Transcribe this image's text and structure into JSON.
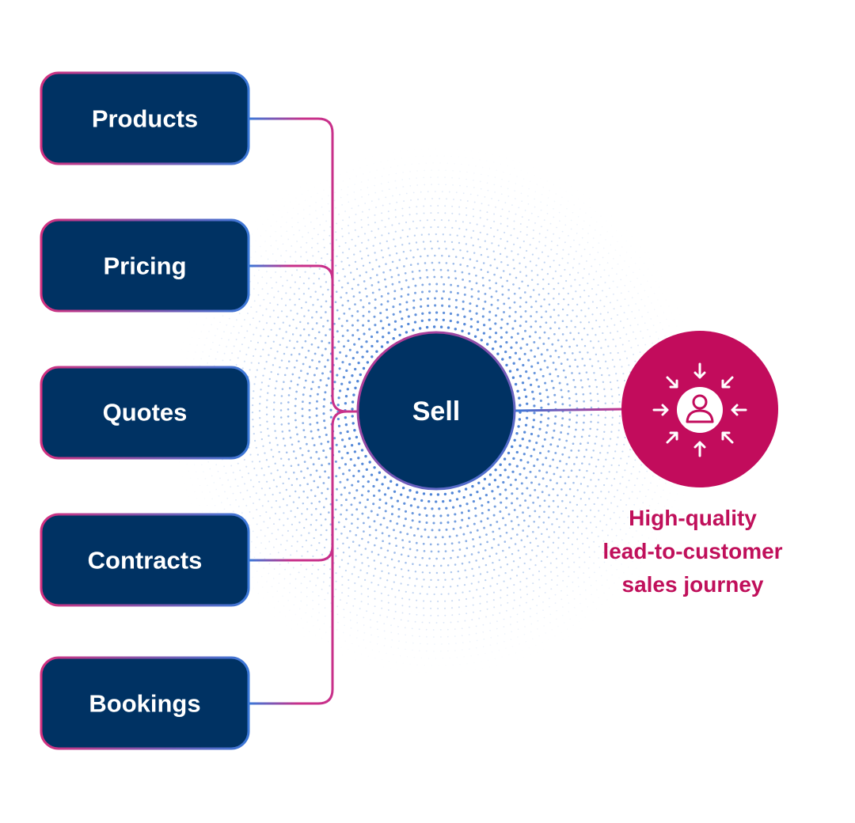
{
  "inputs": [
    {
      "label": "Products"
    },
    {
      "label": "Pricing"
    },
    {
      "label": "Quotes"
    },
    {
      "label": "Contracts"
    },
    {
      "label": "Bookings"
    }
  ],
  "hub": {
    "label": "Sell"
  },
  "outcome": {
    "icon": "customer-focus-icon",
    "caption_lines": [
      "High-quality",
      "lead-to-customer",
      "sales journey"
    ]
  },
  "colors": {
    "box_fill": "#003263",
    "hub_fill": "#003263",
    "outcome_fill": "#c20c5c",
    "accent_magenta": "#c8308a",
    "accent_blue": "#3a78d8",
    "dot_color": "#2f6fd0",
    "caption_color": "#c0105b"
  }
}
